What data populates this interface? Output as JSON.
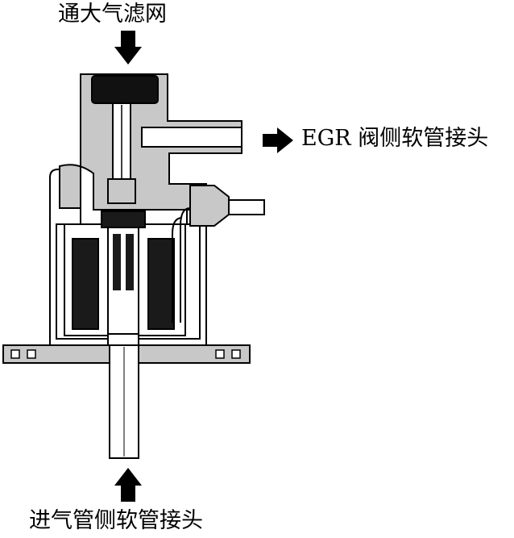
{
  "labels": {
    "top": "通大气滤网",
    "right": "EGR 阀侧软管接头",
    "bottom": "进气管侧软管接头"
  },
  "colors": {
    "body_fill": "#c8c8c8",
    "outline": "#000000",
    "coil": "#1a1a1a",
    "background": "#ffffff"
  }
}
